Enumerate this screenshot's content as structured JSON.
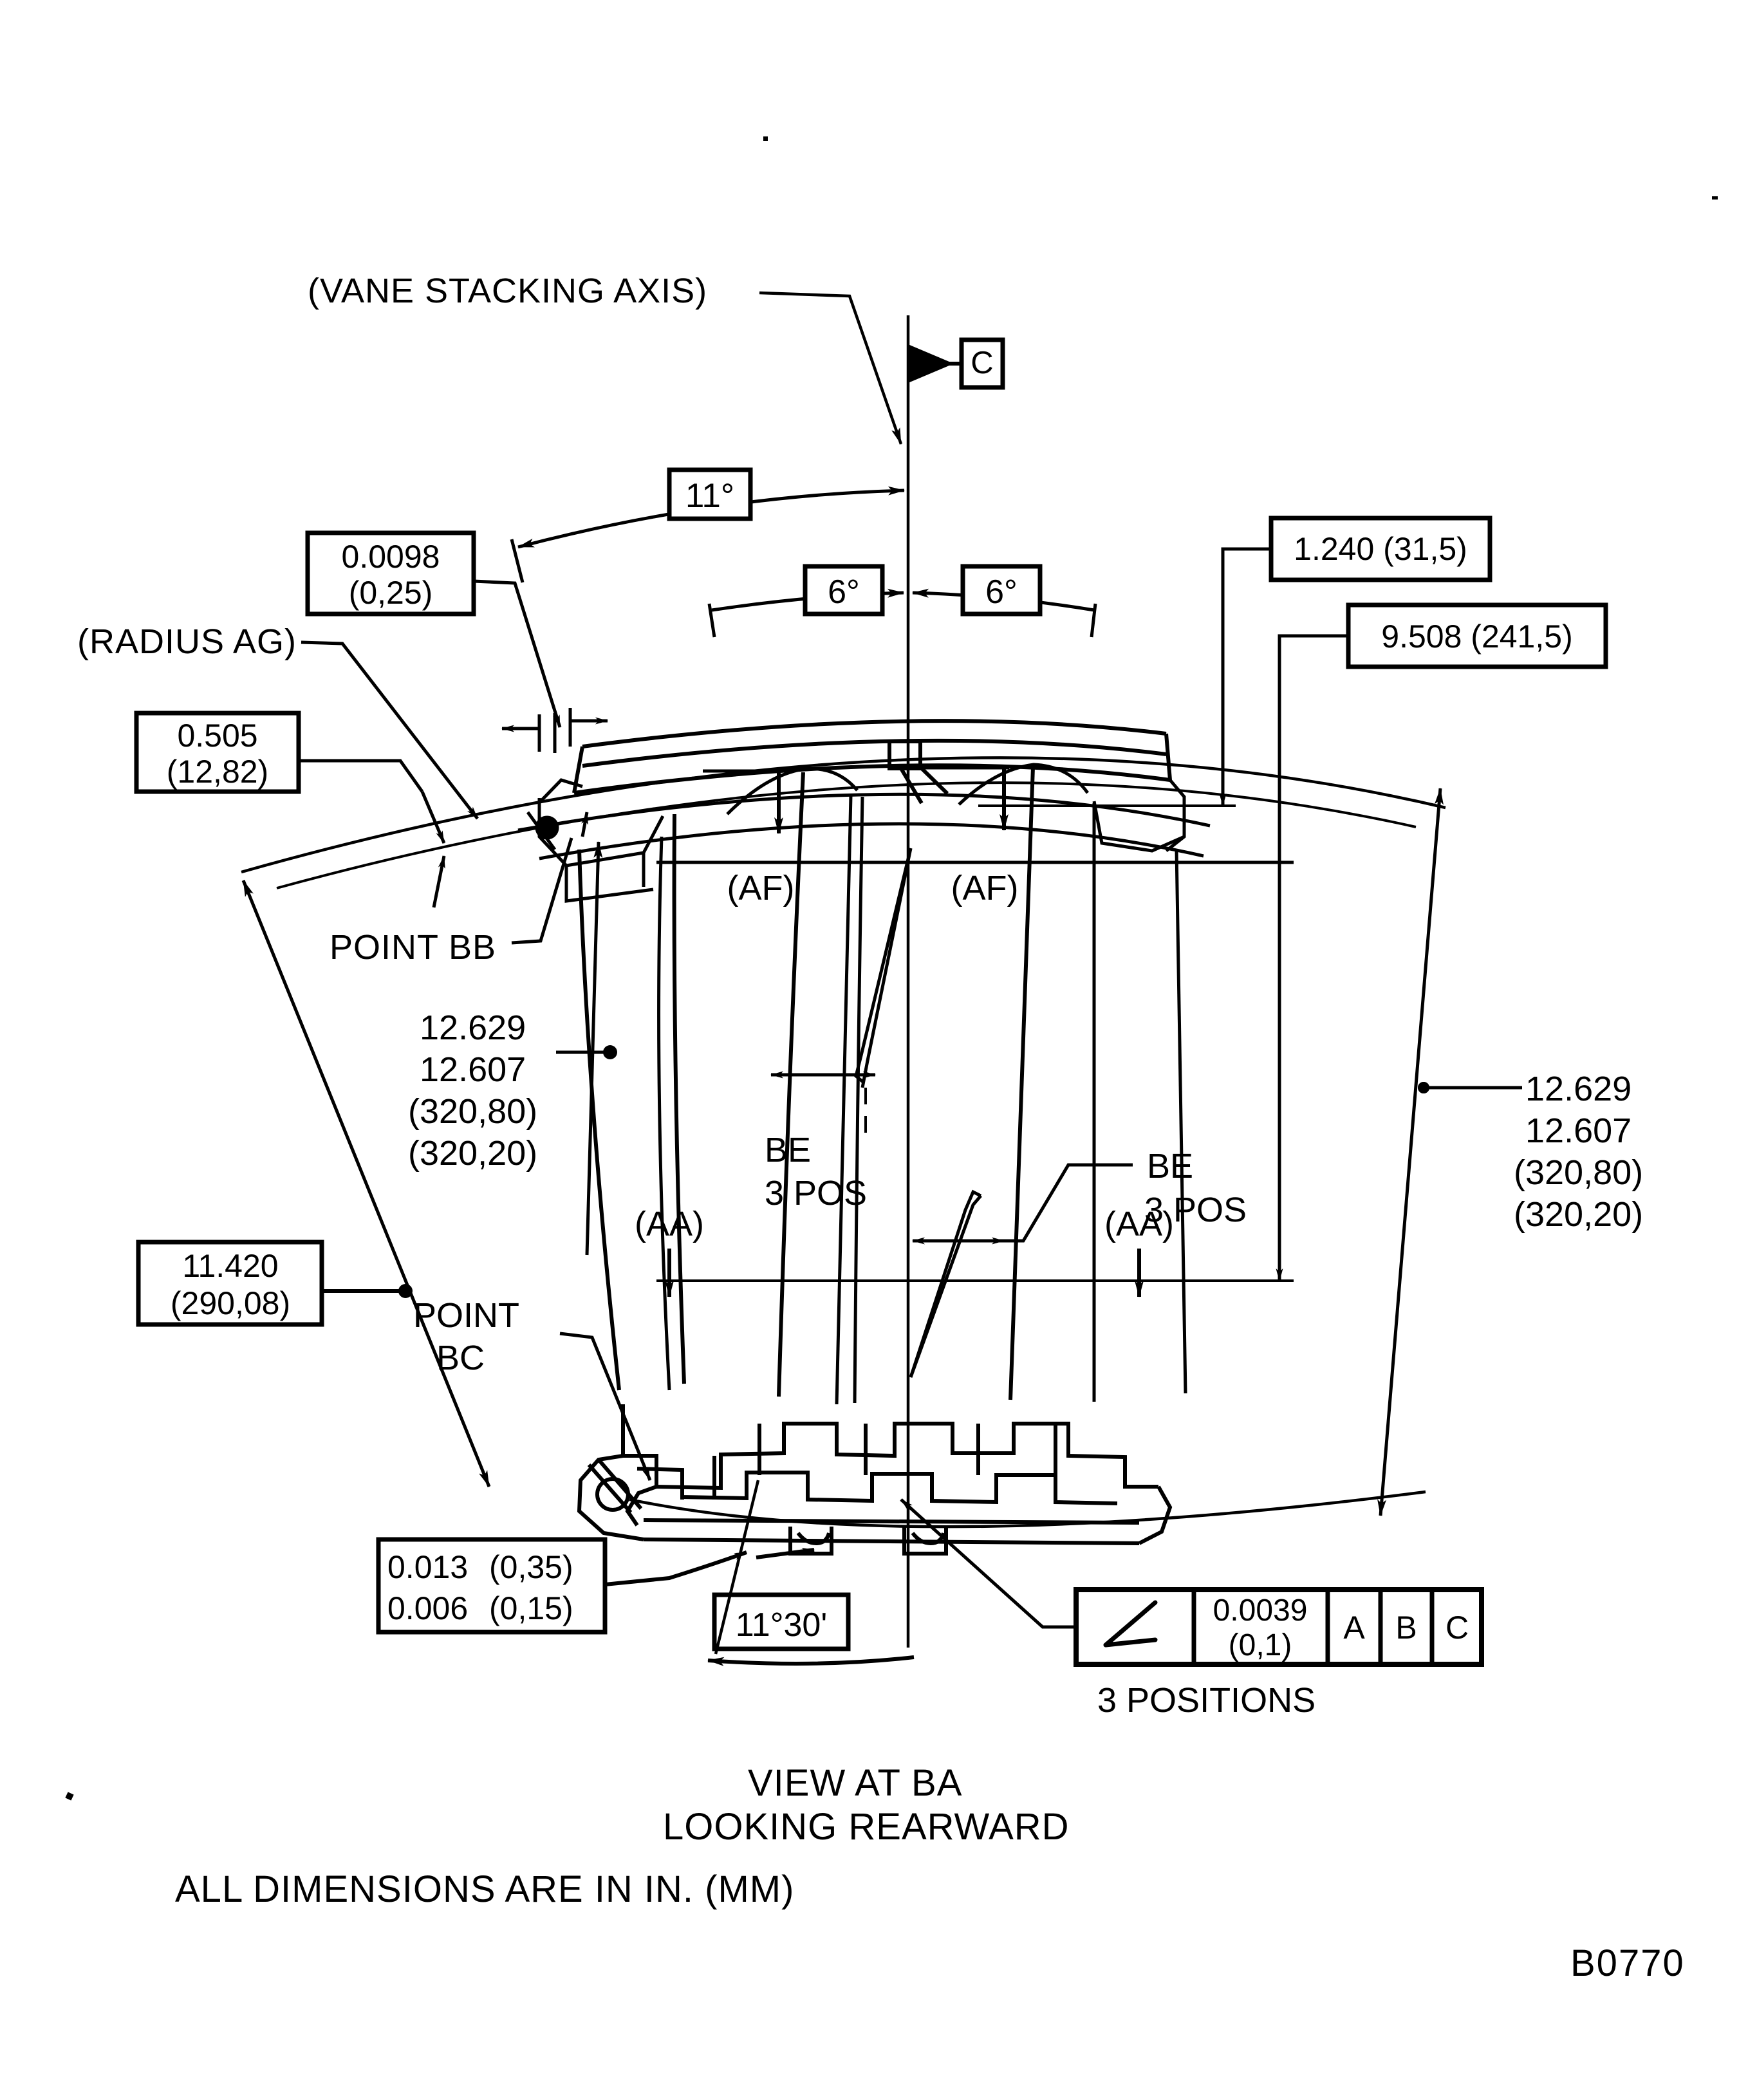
{
  "sheet": {
    "title_note_view": "VIEW AT BA",
    "title_note_direction": "LOOKING REARWARD",
    "units_note": "ALL DIMENSIONS ARE IN IN. (MM)",
    "drawing_number": "B0770",
    "background_color": "#ffffff",
    "line_color": "#000000"
  },
  "labels": {
    "vane_stacking_axis": "(VANE STACKING AXIS)",
    "radius_ag": "(RADIUS AG)",
    "point_bb": "POINT BB",
    "point_bc_line1": "POINT",
    "point_bc_line2": "BC",
    "af_left": "(AF)",
    "af_right": "(AF)",
    "aa_left": "(AA)",
    "aa_right": "(AA)",
    "be_center_line1": "BE",
    "be_center_line2": "3 POS",
    "be_right_line1": "BE",
    "be_right_line2": "3 POS",
    "three_positions": "3 POSITIONS"
  },
  "datums": {
    "c_top": "C",
    "fcf_datum_a": "A",
    "fcf_datum_b": "B",
    "fcf_datum_c": "C"
  },
  "angles": {
    "angle_11": "11°",
    "angle_6_left": "6°",
    "angle_6_right": "6°",
    "angle_11_30": "11°30'"
  },
  "dimension_boxes": {
    "tol_0098": {
      "line1": "0.0098",
      "line2": "(0,25)"
    },
    "dim_0505": {
      "line1": "0.505",
      "line2": "(12,82)"
    },
    "dim_11420": {
      "line1": "11.420",
      "line2": "(290,08)"
    },
    "dim_1240": {
      "line1": "1.240  (31,5)"
    },
    "dim_9508": {
      "line1": "9.508  (241,5)"
    },
    "tol_stack": {
      "line1a": "0.013",
      "line1b": "(0,35)",
      "line2a": "0.006",
      "line2b": "(0,15)"
    }
  },
  "dimension_text": {
    "left_stack": {
      "line1": "12.629",
      "line2": "12.607",
      "line3": "(320,80)",
      "line4": "(320,20)"
    },
    "right_stack": {
      "line1": "12.629",
      "line2": "12.607",
      "line3": "(320,80)",
      "line4": "(320,20)"
    }
  },
  "feature_control_frame": {
    "symbol": "angularity-symbol",
    "tolerance_line1": "0.0039",
    "tolerance_line2": "(0,1)",
    "datum_refs": [
      "A",
      "B",
      "C"
    ],
    "note": "3 POSITIONS"
  }
}
